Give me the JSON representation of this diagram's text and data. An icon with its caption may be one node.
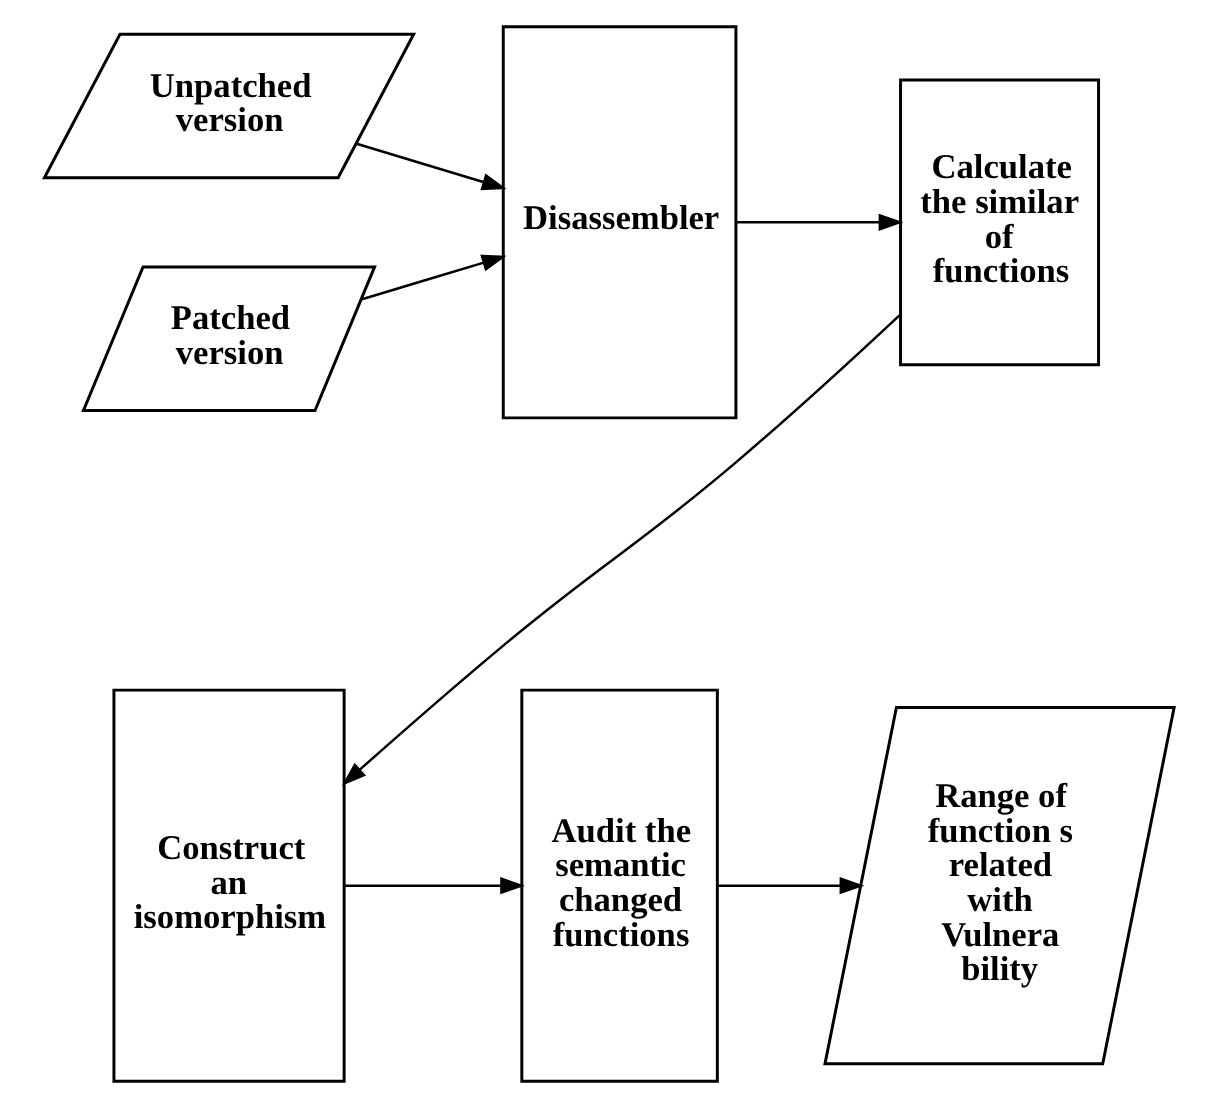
{
  "diagram": {
    "nodes": [
      {
        "text": [
          "Unpatched version"
        ]
      },
      {
        "text": [
          "Patched version"
        ]
      },
      {
        "text": [
          "Disassembler"
        ]
      },
      {
        "text": [
          "Calculate the similar of functions"
        ]
      },
      {
        "text": [
          "Construct an isomorphism"
        ]
      },
      {
        "text": [
          "Audit the semantic changed functions"
        ]
      },
      {
        "text": [
          "Range of function s related with Vulnera bility"
        ]
      }
    ],
    "edges": [
      {
        "from": 0,
        "to": 2,
        "arrow": "to"
      },
      {
        "from": 1,
        "to": 2,
        "arrow": "to"
      },
      {
        "from": 2,
        "to": 3,
        "arrow": "to"
      },
      {
        "from": 3,
        "to": 4,
        "arrow": "to"
      },
      {
        "from": 4,
        "to": 5,
        "arrow": "to"
      },
      {
        "from": 5,
        "to": 6,
        "arrow": "to"
      }
    ]
  }
}
